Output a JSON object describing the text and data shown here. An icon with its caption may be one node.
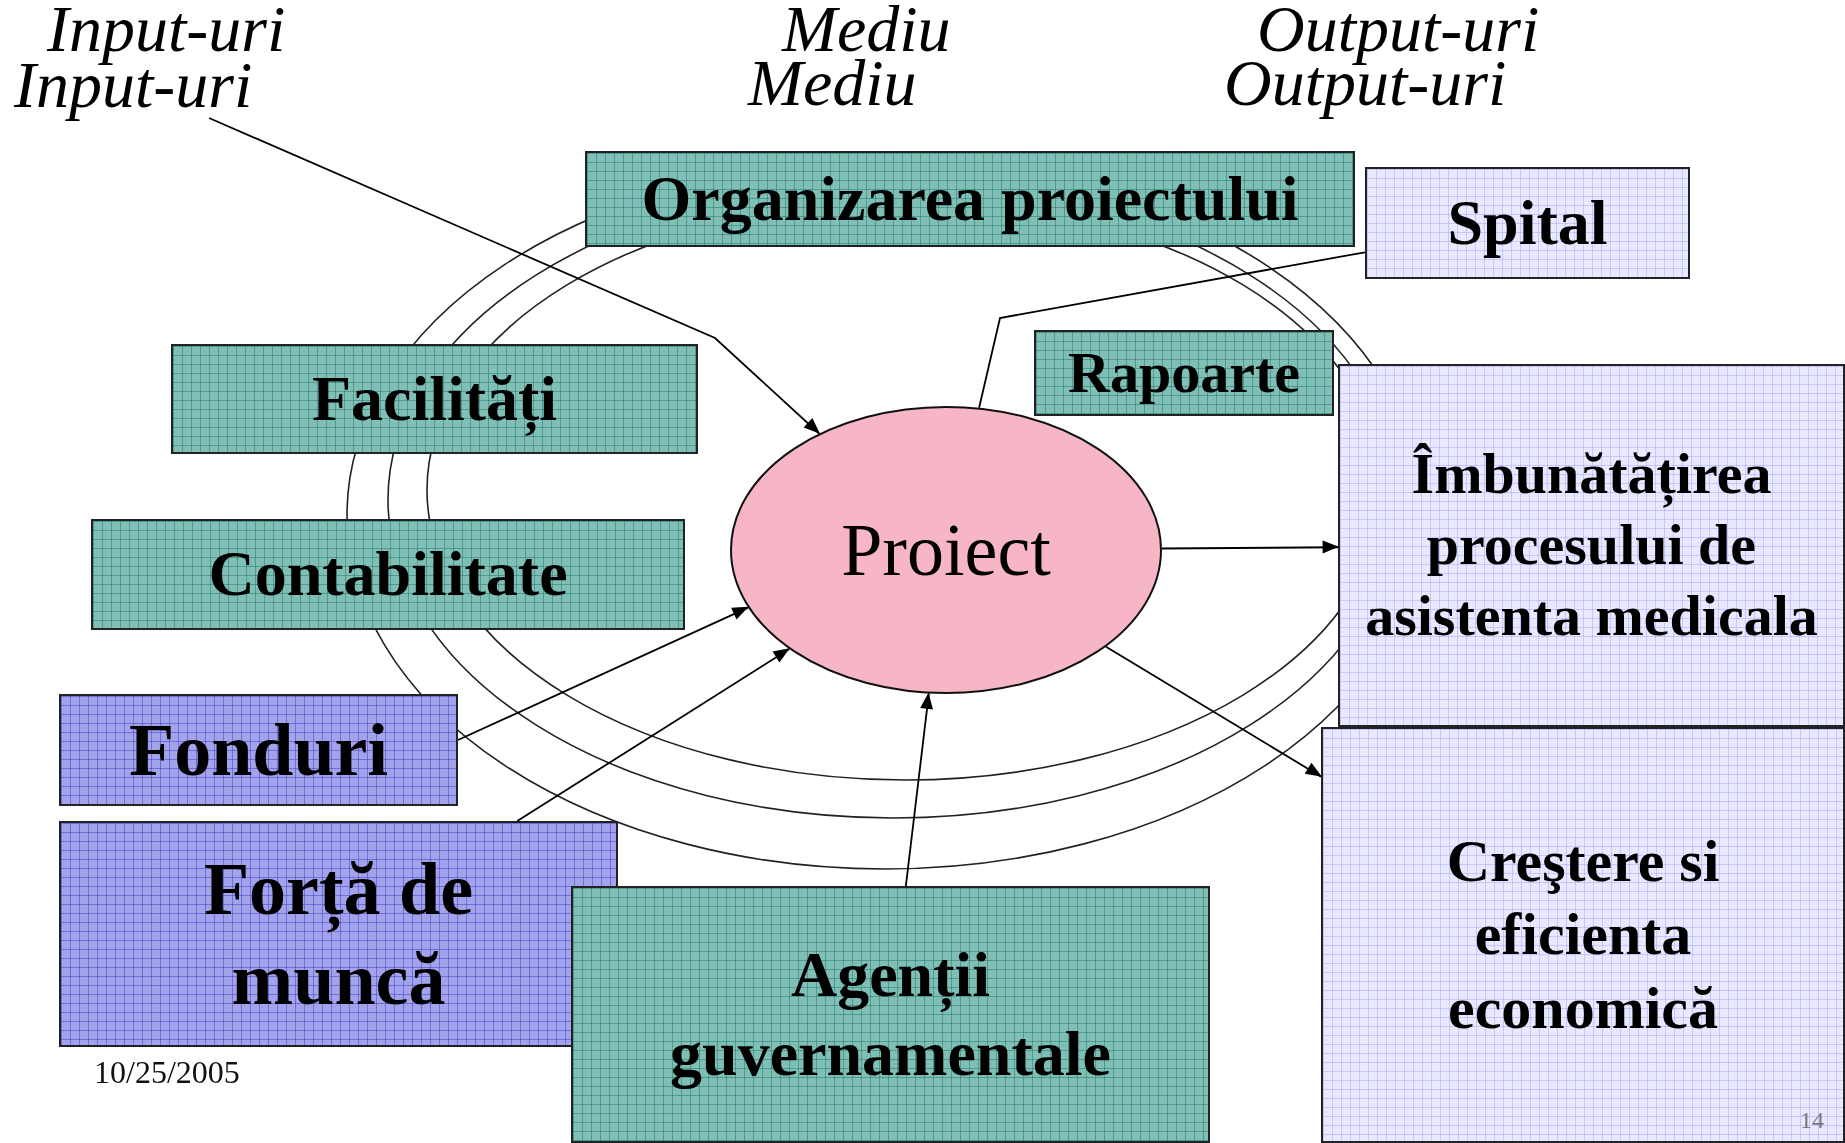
{
  "diagram": {
    "nodes": [
      {
        "text": [
          "Input-uri"
        ]
      },
      {
        "text": [
          "Organizarea proiectului"
        ]
      },
      {
        "text": [
          "Spital"
        ]
      },
      {
        "text": [
          "Facilități"
        ]
      },
      {
        "text": [
          "Rapoarte"
        ]
      },
      {
        "text": [
          "Îmbunătățirea procesului de asistenta medicala"
        ]
      },
      {
        "text": [
          "Proiect"
        ]
      },
      {
        "text": [
          "Contabilitate"
        ]
      },
      {
        "text": [
          "Fonduri"
        ]
      },
      {
        "text": [
          "Forță de muncă"
        ]
      },
      {
        "text": [
          "Agenții guvernamentale"
        ]
      },
      {
        "text": [
          "Creştere si eficienta economică"
        ]
      }
    ],
    "edges": [
      {
        "from": 0,
        "to": 6,
        "arrow": "to"
      },
      {
        "from": 6,
        "to": 2,
        "arrow": "none"
      },
      {
        "from": 6,
        "to": 5,
        "arrow": "to"
      },
      {
        "from": 6,
        "to": 11,
        "arrow": "to"
      },
      {
        "from": 8,
        "to": 6,
        "arrow": "to"
      },
      {
        "from": 9,
        "to": 6,
        "arrow": "to"
      },
      {
        "from": 10,
        "to": 6,
        "arrow": "to"
      }
    ],
    "labels": [
      "Input-uri",
      "Mediu",
      "Output-uri",
      "Mediu",
      "Output-uri",
      "10/25/2005",
      "14"
    ]
  }
}
